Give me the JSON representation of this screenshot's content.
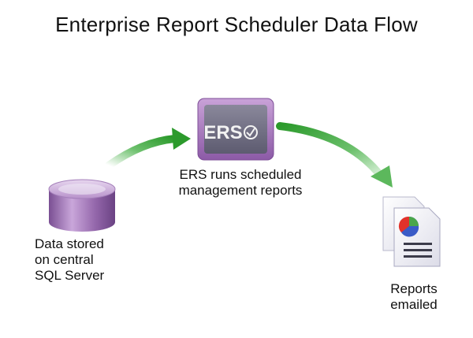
{
  "title": "Enterprise Report Scheduler Data Flow",
  "nodes": {
    "database": {
      "lines": [
        "Data stored",
        "on central",
        "SQL Server"
      ],
      "icon": "database-icon"
    },
    "ers": {
      "icon_text": "ERS",
      "lines": [
        "ERS runs scheduled",
        "management reports"
      ],
      "icon": "ers-app-icon"
    },
    "reports": {
      "lines": [
        "Reports",
        "emailed"
      ],
      "icon": "report-documents-icon"
    }
  },
  "colors": {
    "database": "#9c6fb3",
    "ers_frame": "#6f6e82",
    "arrow": "#3ba83b",
    "pie_red": "#e2322b",
    "pie_blue": "#3a5bc7",
    "pie_green": "#4aa64a"
  }
}
